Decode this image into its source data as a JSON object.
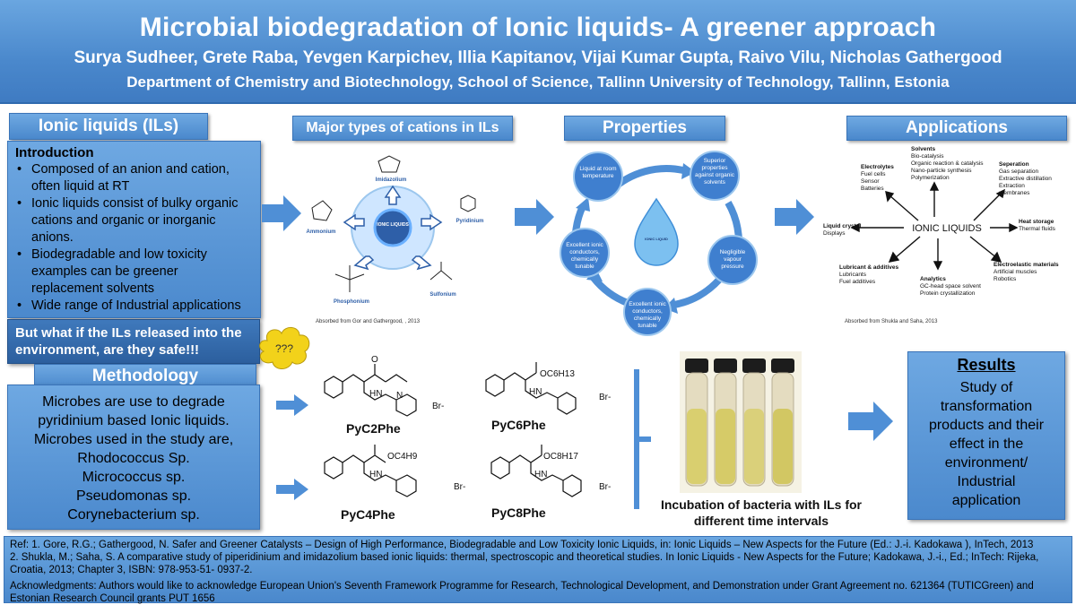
{
  "header": {
    "title": "Microbial biodegradation of Ionic liquids- A greener approach",
    "authors": "Surya Sudheer, Grete Raba, Yevgen Karpichev, Illia Kapitanov, Vijai Kumar Gupta, Raivo Vilu, Nicholas Gathergood",
    "affiliation": "Department of Chemistry and Biotechnology, School of Science, Tallinn University of Technology, Tallinn, Estonia"
  },
  "ils": {
    "tab": "Ionic liquids (ILs)",
    "intro_heading": "Introduction",
    "bullets": [
      "Composed of an anion and cation, often liquid at RT",
      "Ionic liquids consist of bulky organic cations and organic or inorganic anions.",
      "Biodegradable and low toxicity examples can be greener replacement solvents",
      "Wide range of Industrial applications"
    ],
    "question": "But what if the ILs released into the environment, are they safe!!!",
    "cloud_text": "???"
  },
  "cations": {
    "tab": "Major types of cations in ILs",
    "center": "IONIC LIQUIDS",
    "labels": [
      "Imidazolium",
      "Pyridinium",
      "Sulfonium",
      "Phosphonium",
      "Ammonium"
    ],
    "caption": "Absorbed from Gor and Gathergood, , 2013"
  },
  "properties": {
    "tab": "Properties",
    "items": [
      "Liquid at room temperature",
      "Superior properties against organic solvents",
      "Negligible vapour pressure",
      "Excellent ionic conductors, chemically tunable",
      "Excellent ionic conductors, chemically tunable"
    ],
    "drop_label": "IONIC LIQUID"
  },
  "applications": {
    "tab": "Applications",
    "center": "IONIC LIQUIDS",
    "groups": [
      {
        "title": "Solvents",
        "lines": [
          "Bio-catalysis",
          "Organic reaction & catalysis",
          "Nano-particle synthesis",
          "Polymerization"
        ]
      },
      {
        "title": "Electrolytes",
        "lines": [
          "Fuel cells",
          "Sensor",
          "Batteries"
        ]
      },
      {
        "title": "Seperation",
        "lines": [
          "Gas separation",
          "Extractive distillation",
          "Extraction",
          "membranes"
        ]
      },
      {
        "title": "Liquid crystal",
        "lines": [
          "Displays"
        ]
      },
      {
        "title": "Heat storage",
        "lines": [
          "Thermal fluids"
        ]
      },
      {
        "title": "Lubricant & additives",
        "lines": [
          "Lubricants",
          "Fuel additives"
        ]
      },
      {
        "title": "Analytics",
        "lines": [
          "GC-head space solvent",
          "Protein crystallization"
        ]
      },
      {
        "title": "Electroelastic materials",
        "lines": [
          "Artificial muscles",
          "Robotics"
        ]
      }
    ],
    "caption": "Absorbed from Shukla and Saha, 2013"
  },
  "methodology": {
    "tab": "Methodology",
    "body": [
      "Microbes are use to degrade",
      "pyridinium based Ionic liquids.",
      "Microbes used in the study are,",
      "Rhodococcus Sp.",
      "Micrococcus sp.",
      "Pseudomonas sp.",
      "Corynebacterium sp."
    ]
  },
  "compounds": {
    "names": [
      "PyC2Phe",
      "PyC6Phe",
      "PyC4Phe",
      "PyC8Phe"
    ],
    "counter_ion": "Br-",
    "groups": [
      "HN",
      "N",
      "O",
      "OC6H13",
      "OC4H9",
      "OC8H17"
    ]
  },
  "incubation": {
    "caption": "Incubation of bacteria with ILs for different time intervals"
  },
  "results": {
    "heading": "Results",
    "body": [
      "Study of",
      "transformation",
      "products and their",
      "effect in the",
      "environment/",
      "Industrial",
      "application"
    ]
  },
  "references": {
    "ref1": "Ref: 1. Gore, R.G.; Gathergood, N. Safer and Greener Catalysts – Design of High Performance, Biodegradable and Low Toxicity Ionic Liquids, in: Ionic Liquids – New Aspects for the Future (Ed.: J.-i. Kadokawa ), InTech, 2013",
    "ref2": "2. Shukla, M.; Saha, S. A comparative study of piperidinium and imidazolium based ionic liquids: thermal, spectroscopic and theoretical studies. In Ionic Liquids - New Aspects for the Future; Kadokawa, J.-i., Ed.; InTech: Rijeka, Croatia, 2013; Chapter 3, ISBN: 978-953-51- 0937-2.",
    "ack": "Acknowledgments: Authors would like to acknowledge European Union's Seventh Framework Programme for Research, Technological Development, and Demonstration under Grant Agreement no. 621364 (TUTICGreen) and Estonian Research Council grants PUT 1656"
  },
  "colors": {
    "panel": "#4b89cd",
    "panel_light": "#6ea8e2",
    "dark_panel": "#2c5f9e",
    "cloud": "#f2d21a"
  }
}
